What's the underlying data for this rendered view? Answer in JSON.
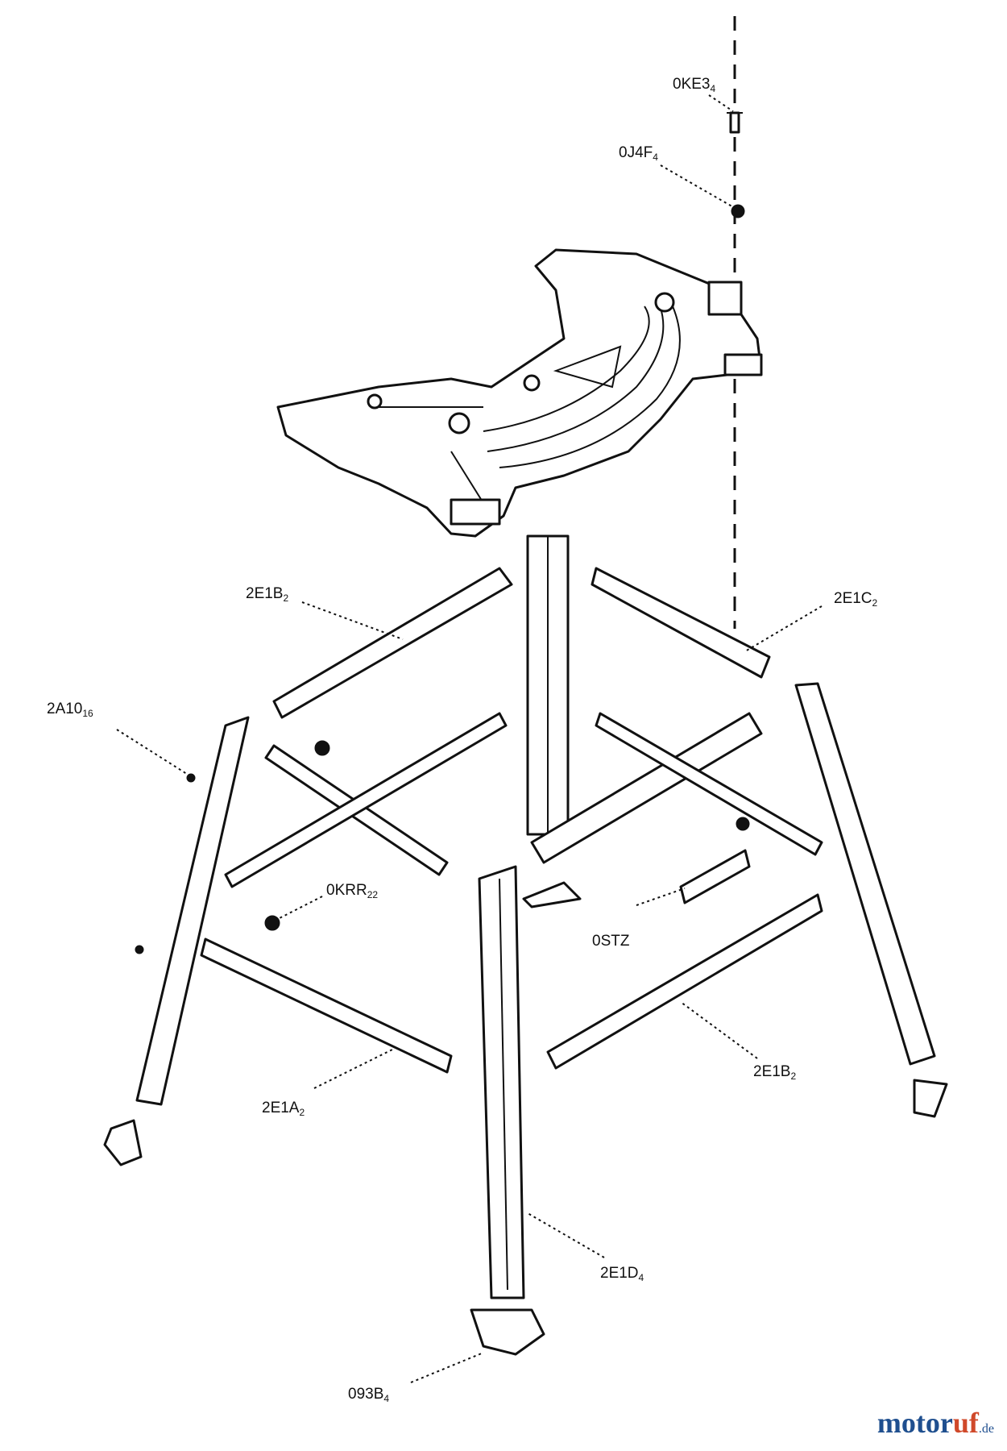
{
  "labels": {
    "screw_top": {
      "main": "0KE3",
      "sub": "4"
    },
    "washer_top": {
      "main": "0J4F",
      "sub": "4"
    },
    "brace_top_left": {
      "main": "2E1B",
      "sub": "2"
    },
    "brace_top_right": {
      "main": "2E1C",
      "sub": "2"
    },
    "bolt_left": {
      "main": "2A10",
      "sub": "16"
    },
    "nut_mid": {
      "main": "0KRR",
      "sub": "22"
    },
    "tool_part": {
      "main": "0STZ",
      "sub": ""
    },
    "brace_lower_right": {
      "main": "2E1B",
      "sub": "2"
    },
    "brace_lower_left": {
      "main": "2E1A",
      "sub": "2"
    },
    "leg_front": {
      "main": "2E1D",
      "sub": "4"
    },
    "foot_front": {
      "main": "093B",
      "sub": "4"
    }
  },
  "watermark": {
    "main": "motor",
    "accent": "uf",
    "tld": ".de"
  }
}
